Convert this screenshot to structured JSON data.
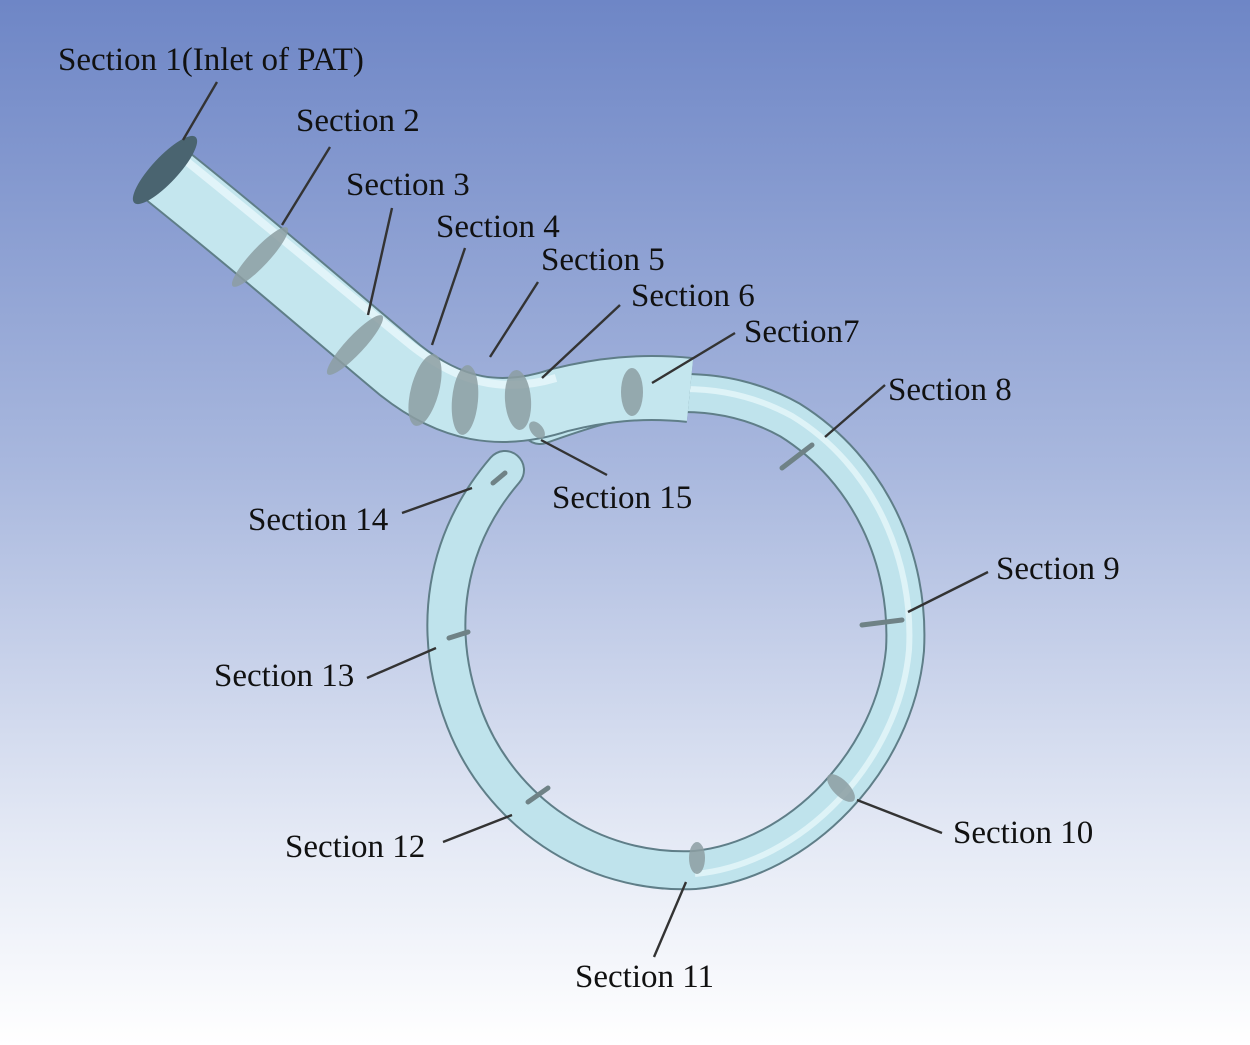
{
  "figure": {
    "sections": [
      {
        "id": "section-1",
        "label": "Section 1(Inlet of PAT)"
      },
      {
        "id": "section-2",
        "label": "Section 2"
      },
      {
        "id": "section-3",
        "label": "Section 3"
      },
      {
        "id": "section-4",
        "label": "Section 4"
      },
      {
        "id": "section-5",
        "label": "Section 5"
      },
      {
        "id": "section-6",
        "label": "Section 6"
      },
      {
        "id": "section-7",
        "label": "Section7"
      },
      {
        "id": "section-8",
        "label": "Section 8"
      },
      {
        "id": "section-9",
        "label": "Section 9"
      },
      {
        "id": "section-10",
        "label": "Section 10"
      },
      {
        "id": "section-11",
        "label": "Section 11"
      },
      {
        "id": "section-12",
        "label": "Section 12"
      },
      {
        "id": "section-13",
        "label": "Section 13"
      },
      {
        "id": "section-14",
        "label": "Section 14"
      },
      {
        "id": "section-15",
        "label": "Section 15"
      }
    ],
    "colors": {
      "background_top": "#6e86c6",
      "background_bottom": "#ffffff",
      "pipe_fill": "#c4e6ee",
      "pipe_edge": "#5f7e88",
      "section_cut": "#8c9ea2",
      "leader_line": "#333333"
    }
  }
}
